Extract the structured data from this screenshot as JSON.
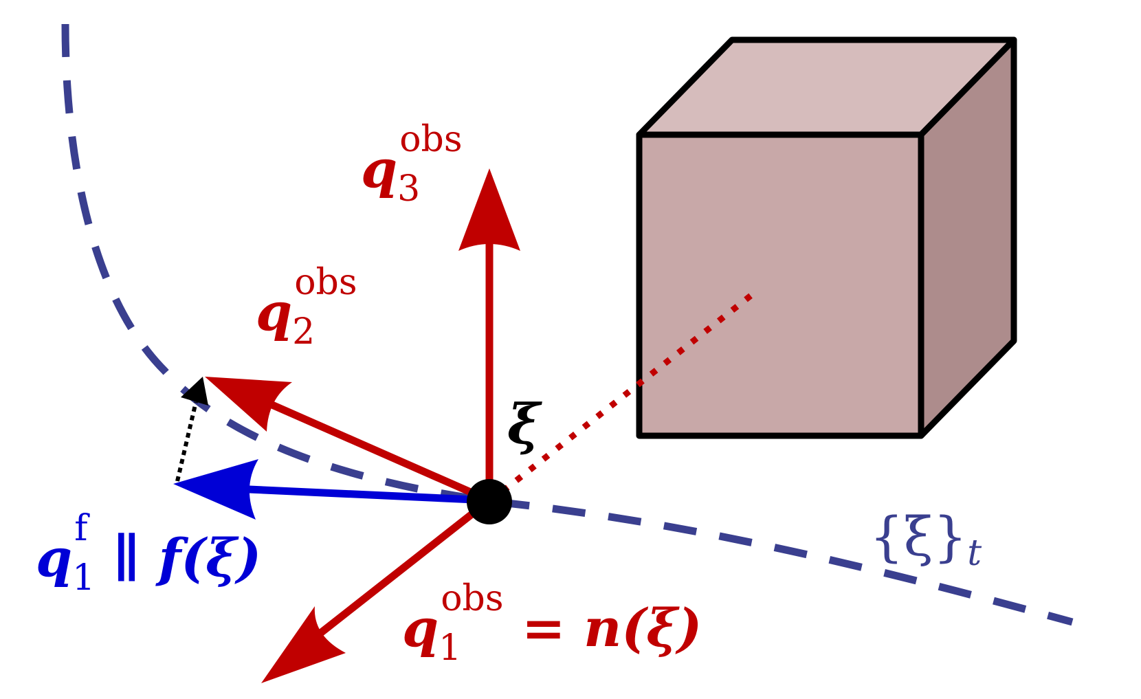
{
  "colors": {
    "red": "#c00000",
    "blue": "#0000d6",
    "trajectory": "#3a3f8f",
    "box_front": "#c8a8a8",
    "box_top": "#d6bcbc",
    "box_side": "#ad8c8c",
    "black": "#000000"
  },
  "labels": {
    "q3": {
      "base": "q",
      "sub": "3",
      "sup": "obs"
    },
    "q2": {
      "base": "q",
      "sub": "2",
      "sup": "obs"
    },
    "q1": {
      "base": "q",
      "sub": "1",
      "sup": "obs",
      "rhs": " = n(ξ)"
    },
    "qf": {
      "base": "q",
      "sub": "1",
      "sup": "f",
      "rhs": " ∥ f(ξ)"
    },
    "xi": "ξ",
    "traj": {
      "text": "{ξ}",
      "sub": "t"
    }
  }
}
